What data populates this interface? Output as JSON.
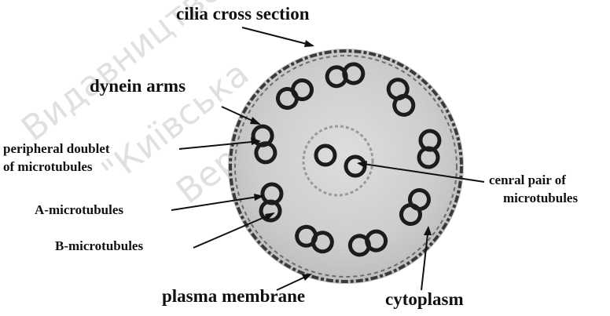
{
  "labels": {
    "cilia_cross_section": "cilia cross section",
    "dynein_arms": "dynein arms",
    "peripheral_doublet_line1": "peripheral doublet",
    "peripheral_doublet_line2": "of microtubules",
    "a_microtubules": "A-microtubules",
    "b_microtubules": "B-microtubules",
    "central_pair_line1": "cenral pair of",
    "central_pair_line2": "microtubules",
    "plasma_membrane": "plasma membrane",
    "cytoplasm": "cytoplasm"
  },
  "watermark": {
    "line1": "Видавництво",
    "line2": "\"Київська",
    "line3": "Версія\""
  },
  "colors": {
    "cytoplasm_fill": "#d6d6d6",
    "membrane": "#3a3a3a",
    "tubule": "#1c1c1c",
    "text": "#111111"
  }
}
